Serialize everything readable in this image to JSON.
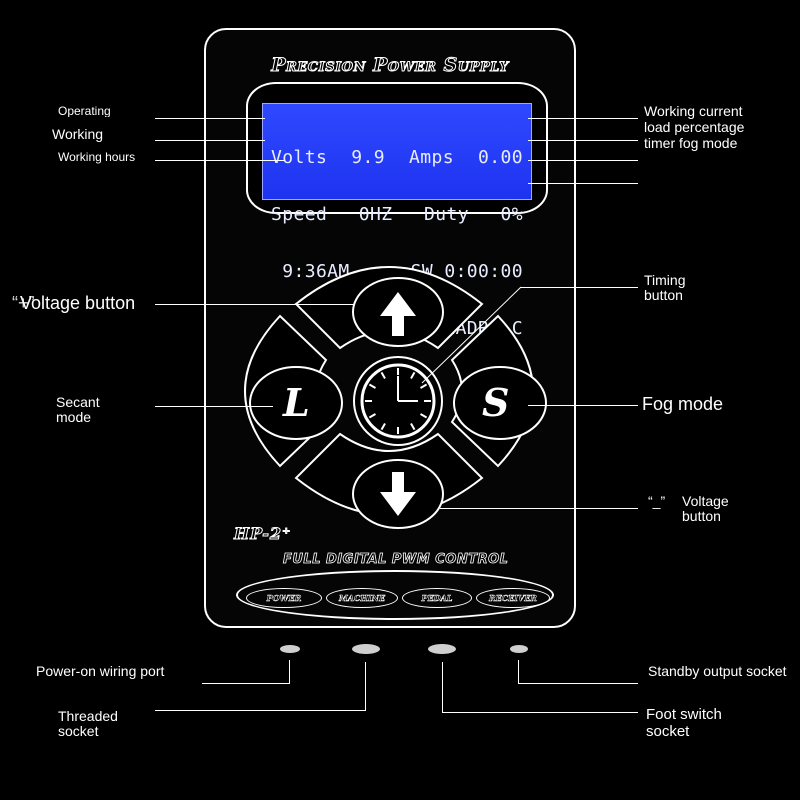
{
  "device": {
    "brand": "Precision Power Supply",
    "model": "HP-2⁺",
    "pwm_text": "FULL DIGITAL PWM CONTROL",
    "lcd": {
      "row1_label": "Volts",
      "row1_value": "9.9",
      "row1_label2": "Amps",
      "row1_value2": "0.00",
      "row2_label": "Speed",
      "row2_value": "0HZ",
      "row2_label2": "Duty",
      "row2_value2": "0%",
      "row3_time": " 9:36AM",
      "row3_sw": "SW 0:00:00",
      "row4_text": "SHADR2-C"
    },
    "buttons": {
      "left_letter": "L",
      "right_letter": "S"
    },
    "ports": [
      "POWER",
      "MACHINE",
      "PEDAL",
      "RECEIVER"
    ]
  },
  "annotations": {
    "operating_voltage": "Operating voltage",
    "working_power": "Working power",
    "working_hours": "Working hours",
    "working_current": "Working current",
    "load_percentage": "load percentage",
    "timer_fog_mode": "timer fog mode",
    "voltage_button_up": "Voltage button",
    "voltage_button_up_prefix": "“+”",
    "timing_button_1": "Timing",
    "timing_button_2": "button",
    "secant_mode_1": "Secant",
    "secant_mode_2": "mode",
    "fog_mode": "Fog mode",
    "voltage_down_prefix": "“_”",
    "voltage_down_1": "Voltage",
    "voltage_down_2": "button",
    "power_on_port": "Power-on wiring port",
    "threaded_socket_1": "Threaded",
    "threaded_socket_2": "socket",
    "standby_output": "Standby output socket",
    "foot_switch_1": "Foot switch",
    "foot_switch_2": "socket"
  }
}
